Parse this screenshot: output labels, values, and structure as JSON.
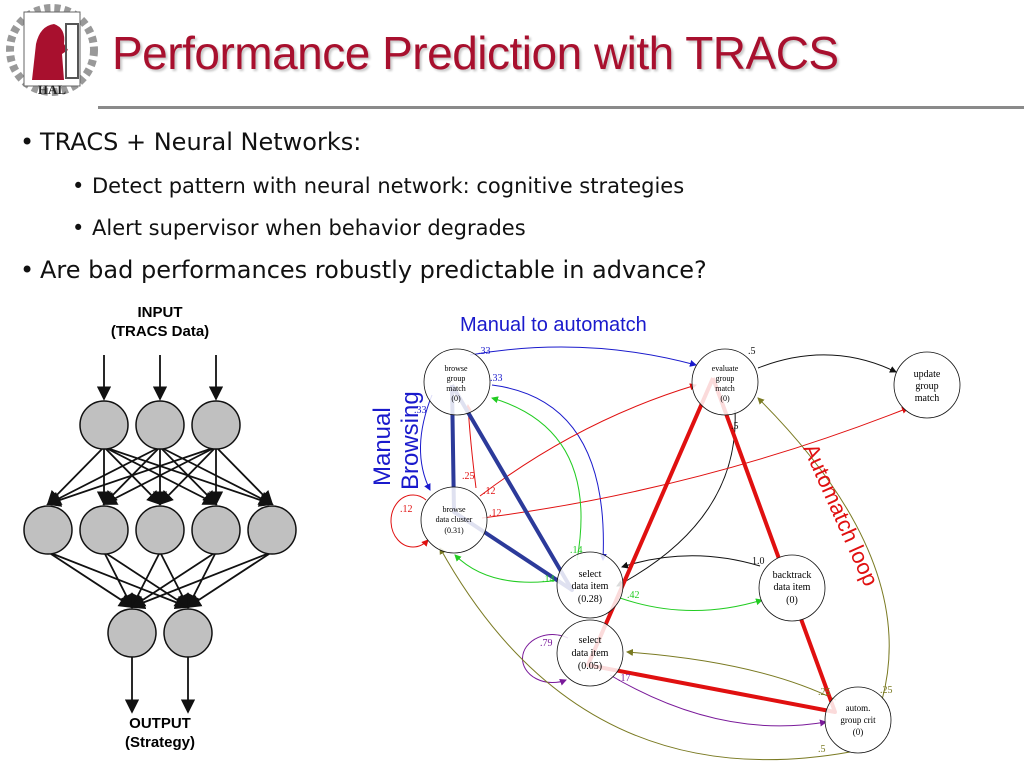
{
  "slide": {
    "title": "Performance Prediction with TRACS",
    "logo_text": "HAL"
  },
  "bullets": [
    {
      "level": 1,
      "text": "TRACS + Neural Networks:"
    },
    {
      "level": 2,
      "text": "Detect pattern with neural network: cognitive strategies"
    },
    {
      "level": 2,
      "text": "Alert supervisor when behavior degrades"
    },
    {
      "level": 1,
      "text": "Are bad performances robustly predictable in advance?"
    }
  ],
  "neural_net": {
    "input_label_line1": "INPUT",
    "input_label_line2": "(TRACS Data)",
    "output_label_line1": "OUTPUT",
    "output_label_line2": "(Strategy)",
    "layers": [
      3,
      5,
      2
    ]
  },
  "state_diagram": {
    "labels": {
      "manual_to_automatch": "Manual to automatch",
      "manual_browsing_line1": "Manual",
      "manual_browsing_line2": "Browsing",
      "automatch_loop": "Automatch loop"
    },
    "nodes": {
      "browse_group": [
        "browse",
        "group",
        "match",
        "(0)"
      ],
      "evaluate_group": [
        "evaluate",
        "group",
        "match",
        "(0)"
      ],
      "update_group": [
        "update",
        "group",
        "match"
      ],
      "browse_cluster": [
        "browse",
        "data cluster",
        "(0.31)"
      ],
      "select_data_1": [
        "select",
        "data item",
        "(0.28)"
      ],
      "backtrack": [
        "backtrack",
        "data item",
        "(0)"
      ],
      "select_data_2": [
        "select",
        "data item",
        "(0.05)"
      ],
      "autom_group": [
        "autom.",
        "group crit",
        "(0)"
      ]
    },
    "edge_labels": {
      "bg_eval": ".33",
      "bg_sel": ".33",
      "bg_loop": ".33",
      "eval_update": ".5",
      "eval_sel": ".5",
      "bc_bg": ".25",
      "bc_eval": ".12",
      "bc_update": ".12",
      "bc_self": ".12",
      "sel1_bg": ".14",
      "sel1_bc": ".14",
      "sel1_bt": ".42",
      "bt_sel1": "1.0",
      "sel2_self": ".79",
      "sel2_auto": ".17",
      "auto_sel2": ".25",
      "auto_eval": ".25",
      "auto_bc": ".5"
    },
    "colors": {
      "blue": "#1a1acc",
      "red": "#e01010",
      "green": "#22cc22",
      "purple": "#7a1a9a",
      "olive": "#7a7a22",
      "navy": "#2c3a9a",
      "black": "#111111"
    }
  }
}
